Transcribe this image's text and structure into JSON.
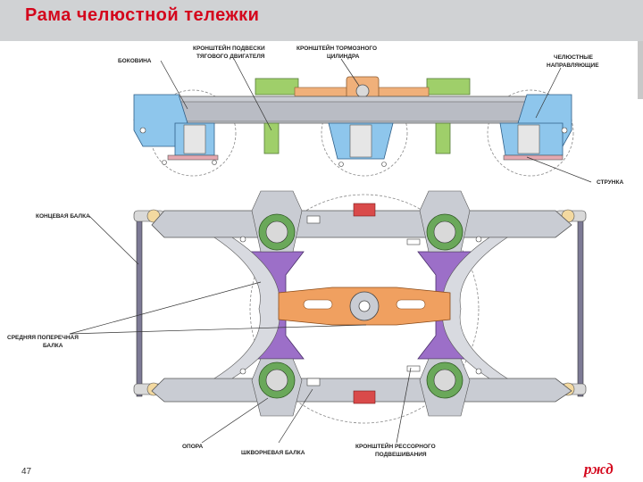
{
  "slide": {
    "title": "Рама челюстной тележки",
    "number": "47",
    "logo_text": "РЖД"
  },
  "labels": {
    "bokovina": "БОКОВИНА",
    "kronshtein_podveski_1": "КРОНШТЕЙН ПОДВЕСКИ",
    "kronshtein_podveski_2": "ТЯГОВОГО ДВИГАТЕЛЯ",
    "kronshtein_tormoz_1": "КРОНШТЕЙН ТОРМОЗНОГО",
    "kronshtein_tormoz_2": "ЦИЛИНДРА",
    "chelyustnye_1": "ЧЕЛЮСТНЫЕ",
    "chelyustnye_2": "НАПРАВЛЯЮЩИЕ",
    "strunka": "СТРУНКА",
    "kontsevaya": "КОНЦЕВАЯ БАЛКА",
    "srednyaya_1": "СРЕДНЯЯ ПОПЕРЕЧНАЯ",
    "srednyaya_2": "БАЛКА",
    "opora": "ОПОРА",
    "shkvornevaya": "ШКВОРНЕВАЯ БАЛКА",
    "kronshtein_ressor_1": "КРОНШТЕЙН РЕССОРНОГО",
    "kronshtein_ressor_2": "ПОДВЕШИВАНИЯ"
  },
  "colors": {
    "title_red": "#d4061c",
    "frame_blue": "#8ec6ec",
    "frame_gray": "#c9ccd3",
    "motor_green": "#9fcf6a",
    "brake_orange": "#f0b07a",
    "bolster_orange": "#f0a060",
    "mid_purple": "#9c6fc8",
    "support_green": "#6aa85a"
  }
}
